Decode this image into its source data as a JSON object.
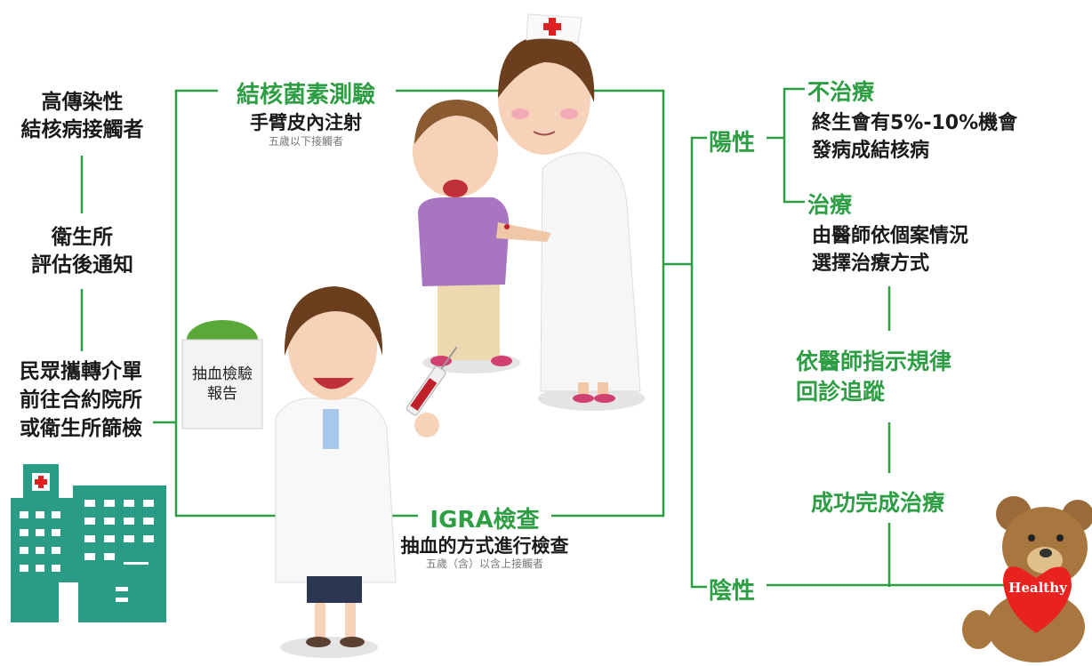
{
  "left_steps": {
    "step1": [
      "高傳染性",
      "結核病接觸者"
    ],
    "step2": [
      "衛生所",
      "評估後通知"
    ],
    "step3": [
      "民眾攜轉介單",
      "前往合約院所",
      "或衛生所篩檢"
    ]
  },
  "tst": {
    "title": "結核菌素測驗",
    "method": "手臂皮內注射",
    "note": "五歲以下接觸者"
  },
  "igra": {
    "title": "IGRA檢查",
    "method": "抽血的方式進行檢查",
    "note": "五歲（含）以含上接觸者"
  },
  "report": [
    "抽血檢驗",
    "報告"
  ],
  "results": {
    "positive": "陽性",
    "negative": "陰性"
  },
  "no_treatment": {
    "title": "不治療",
    "desc": [
      "終生會有5%-10%機會",
      "發病成結核病"
    ]
  },
  "treatment": {
    "title": "治療",
    "desc": [
      "由醫師依個案情況",
      "選擇治療方式"
    ]
  },
  "followup": [
    "依醫師指示規律",
    "回診追蹤"
  ],
  "complete": "成功完成治療",
  "bear_heart": "Healthy",
  "colors": {
    "line": "#2e9e45",
    "building": "#2a9c86",
    "cross": "#e02020"
  }
}
